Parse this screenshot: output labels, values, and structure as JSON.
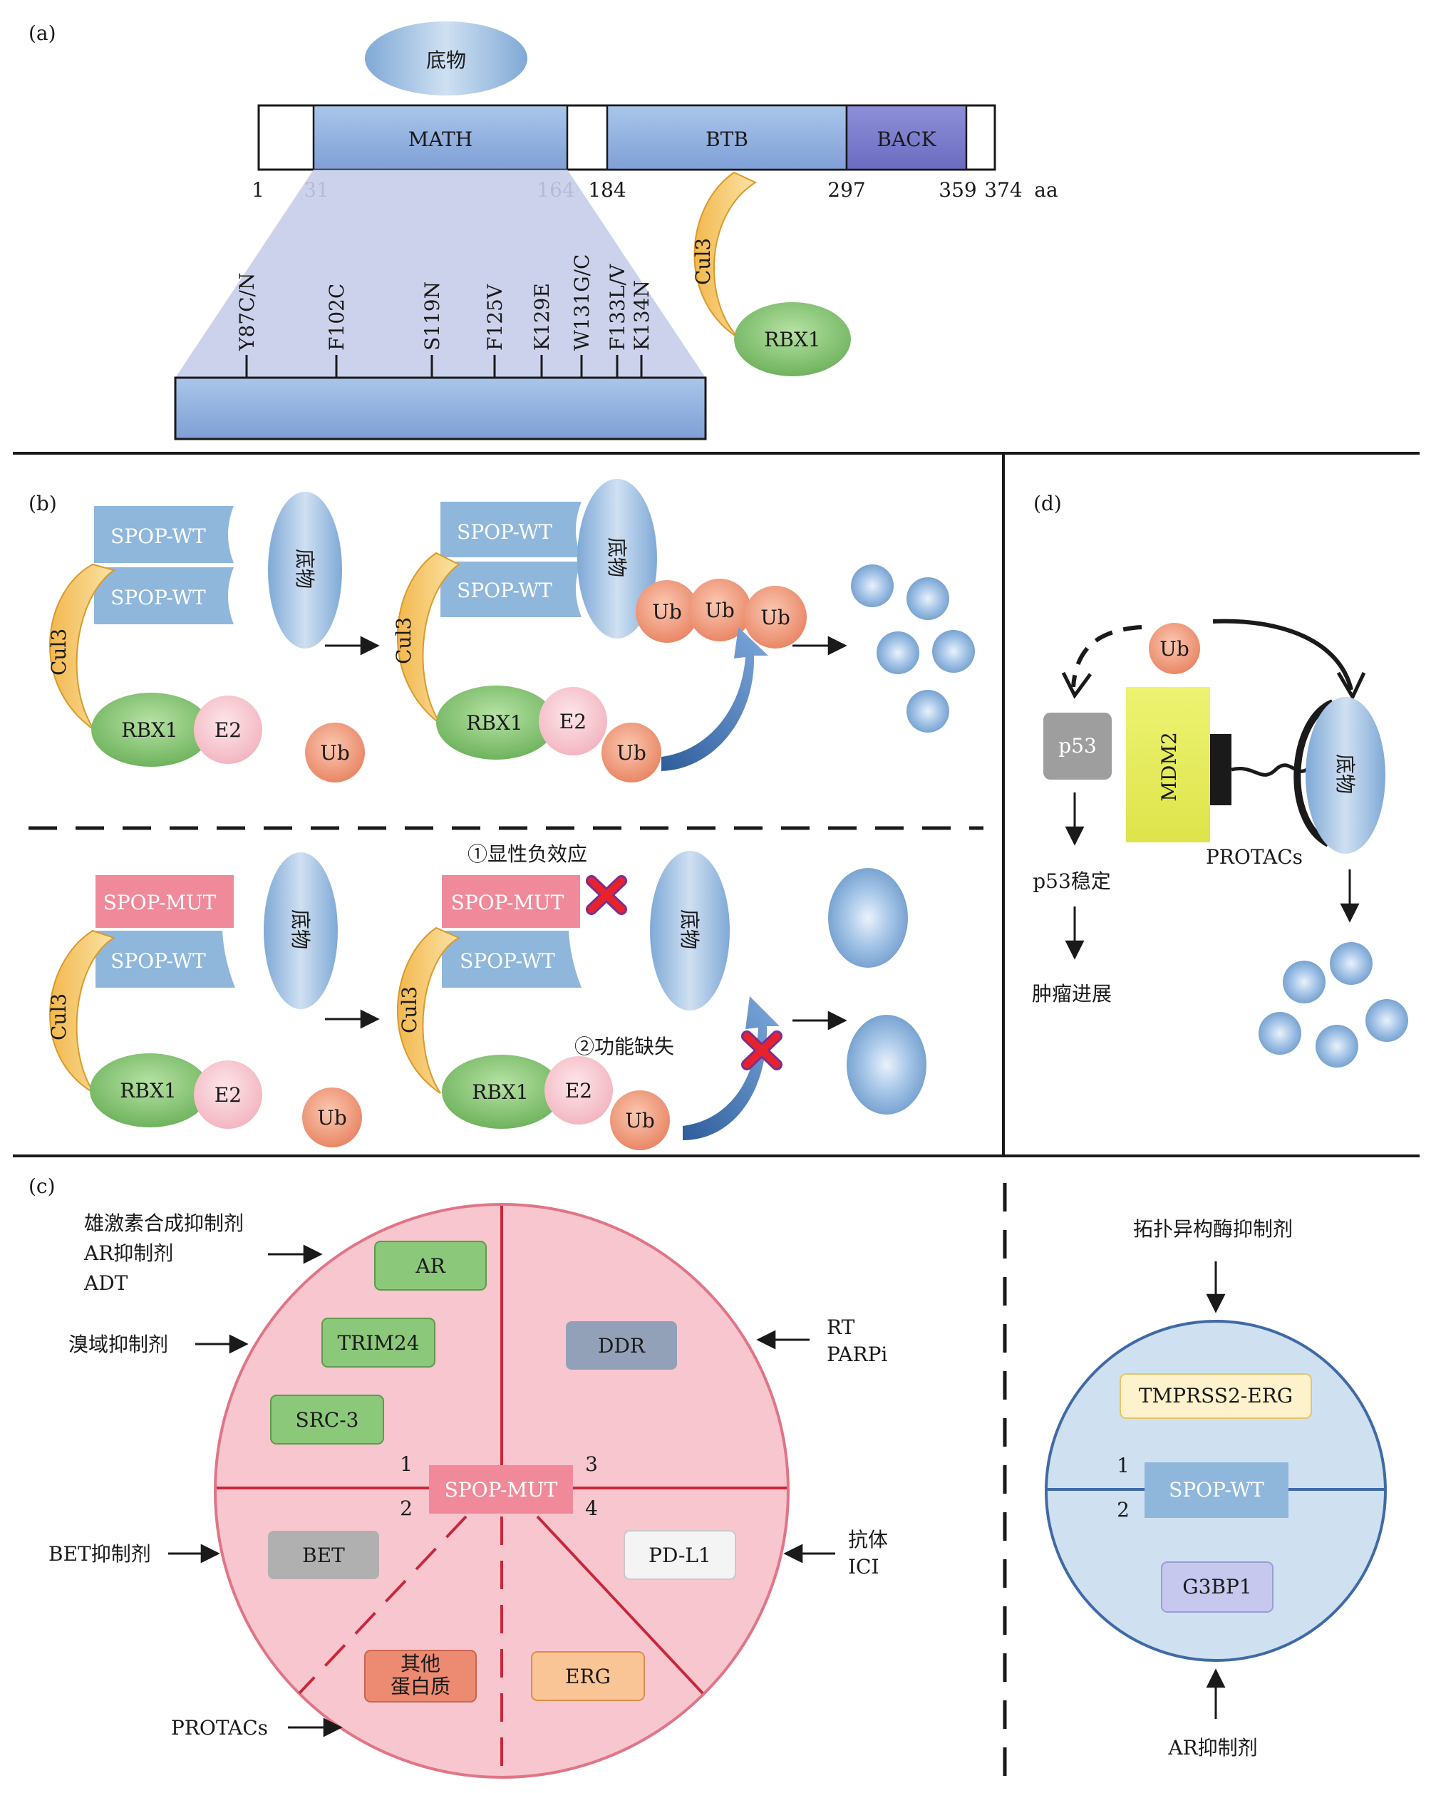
{
  "panel_a": {
    "label": "(a)",
    "substrate": "底物",
    "domains": {
      "math": "MATH",
      "btb": "BTB",
      "back": "BACK"
    },
    "positions": [
      "1",
      "31",
      "164",
      "184",
      "297",
      "359",
      "374"
    ],
    "unit": "aa",
    "cul3": "Cul3",
    "rbx1": "RBX1",
    "mutations": [
      "Y87C/N",
      "F102C",
      "S119N",
      "F125V",
      "K129E",
      "W131G/C",
      "F133L/V",
      "K134N"
    ]
  },
  "panel_b": {
    "label": "(b)",
    "spop_wt": "SPOP-WT",
    "spop_mut": "SPOP-MUT",
    "substrate": "底物",
    "cul3": "Cul3",
    "rbx1": "RBX1",
    "e2": "E2",
    "ub": "Ub",
    "dominant_negative": "①显性负效应",
    "loss_of_function": "②功能缺失"
  },
  "panel_c": {
    "label": "(c)",
    "center": "SPOP-MUT",
    "quadrants": [
      "1",
      "2",
      "3",
      "4"
    ],
    "proteins": {
      "ar": "AR",
      "trim24": "TRIM24",
      "src3": "SRC-3",
      "ddr": "DDR",
      "bet": "BET",
      "pdl1": "PD-L1",
      "other_line1": "其他",
      "other_line2": "蛋白质",
      "erg": "ERG"
    },
    "drugs": {
      "androgen_synth": "雄激素合成抑制剂",
      "ar_inh": "AR抑制剂",
      "adt": "ADT",
      "bromodomain": "溴域抑制剂",
      "rt": "RT",
      "parpi": "PARPi",
      "bet_inh": "BET抑制剂",
      "antibody": "抗体",
      "ici": "ICI",
      "protacs": "PROTACs"
    }
  },
  "panel_c_right": {
    "top_drug": "拓扑异构酶抑制剂",
    "tmprss2": "TMPRSS2-ERG",
    "center": "SPOP-WT",
    "g3bp1": "G3BP1",
    "quadrants": [
      "1",
      "2"
    ],
    "bottom_drug": "AR抑制剂"
  },
  "panel_d": {
    "label": "(d)",
    "ub": "Ub",
    "p53": "p53",
    "mdm2": "MDM2",
    "substrate": "底物",
    "protacs": "PROTACs",
    "p53_stable": "p53稳定",
    "tumor": "肿瘤进展"
  },
  "colors": {
    "blue": "#8fb7dc",
    "pink": "#f08a9b",
    "green": "#8cc87a",
    "orange": "#f4a88a",
    "cul3": "#f6c66e",
    "circle_red": "#f7c6cf",
    "circle_blue": "#cfe1f1",
    "mdm2": "#e5ec5c"
  }
}
